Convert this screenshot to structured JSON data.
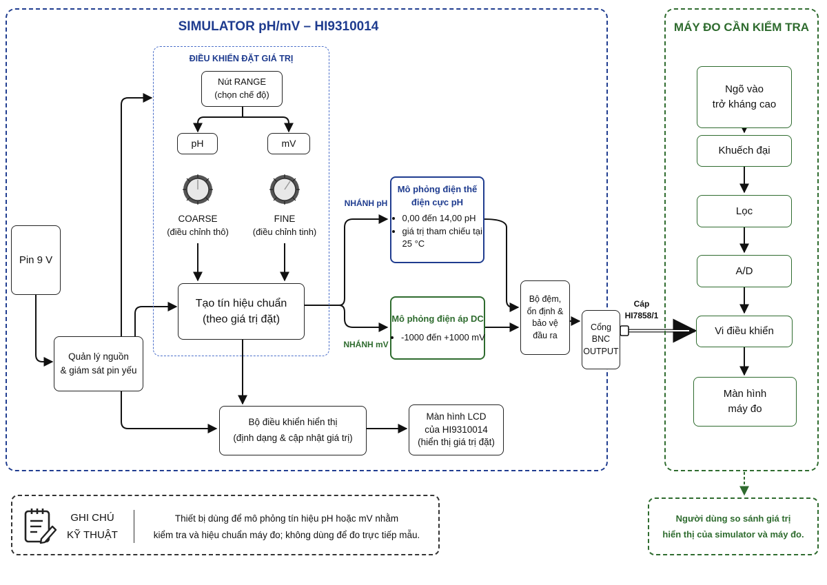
{
  "simulator": {
    "title": "SIMULATOR pH/mV – HI9310014",
    "controls_title": "ĐIỀU KHIỂN ĐẶT GIÁ TRỊ",
    "range_button": [
      "Nút RANGE",
      "(chọn chế độ)"
    ],
    "ph_label": "pH",
    "mv_label": "mV",
    "coarse": [
      "COARSE",
      "(điều chỉnh thô)"
    ],
    "fine": [
      "FINE",
      "(điều chỉnh tinh)"
    ],
    "battery": "Pin 9 V",
    "power": [
      "Quản lý nguồn",
      "& giám sát pin yếu"
    ],
    "signal": [
      "Tạo tín hiệu chuẩn",
      "(theo giá trị đặt)"
    ],
    "ph_branch": "NHÁNH pH",
    "mv_branch": "NHÁNH mV",
    "ph_sim": {
      "title": [
        "Mô phỏng điện thế",
        "điện cực pH"
      ],
      "bullets": [
        "0,00 đến 14,00 pH",
        "giá trị tham chiếu tại 25 °C"
      ]
    },
    "mv_sim": {
      "title": "Mô phỏng điện áp DC",
      "bullets": [
        "-1000 đến +1000 mV"
      ]
    },
    "buffer": [
      "Bộ đệm,",
      "ổn định &",
      "bảo vệ",
      "đầu ra"
    ],
    "bnc": [
      "Cổng",
      "BNC",
      "OUTPUT"
    ],
    "display_ctrl": [
      "Bộ điều khiển hiển thị",
      "(định dạng & cập nhật giá trị)"
    ],
    "lcd": [
      "Màn hình LCD",
      "của HI9310014",
      "(hiển thị giá trị đặt)"
    ]
  },
  "cable": [
    "Cáp",
    "HI7858/1"
  ],
  "meter": {
    "title": "MÁY ĐO CẦN KIỂM TRA",
    "input": [
      "Ngõ vào",
      "trở kháng cao"
    ],
    "amp": "Khuếch đại",
    "filter": "Lọc",
    "adc": "A/D",
    "mcu": "Vi điều khiển",
    "screen": [
      "Màn hình",
      "máy đo"
    ]
  },
  "user_note": [
    "Người dùng so sánh giá trị",
    "hiển thị của simulator và máy đo."
  ],
  "tech_note": {
    "title": [
      "GHI CHÚ",
      "KỸ THUẬT"
    ],
    "text": [
      "Thiết bị dùng để mô phỏng tín hiệu pH hoặc mV nhằm",
      "kiểm tra và hiệu chuẩn máy đo; không dùng để đo trực tiếp mẫu."
    ],
    "icon": "checklist-pencil-icon"
  },
  "colors": {
    "blue": "#1f3c8f",
    "green": "#2e6b2e",
    "dark": "#222222"
  }
}
